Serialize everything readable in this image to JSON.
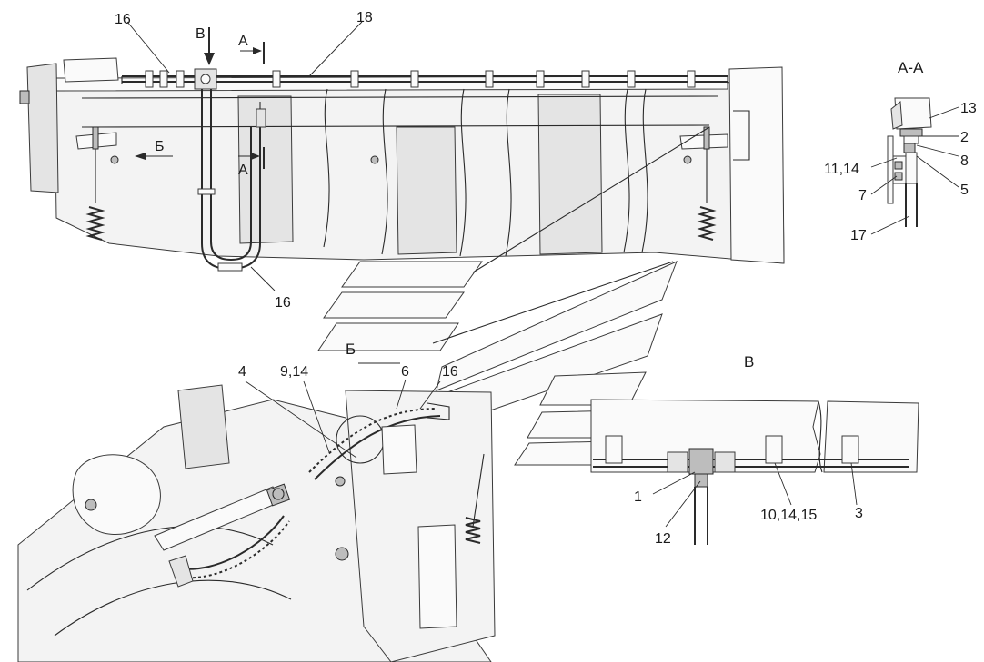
{
  "callouts": {
    "top_16_left": "16",
    "view_v_arrow": "В",
    "section_a_top": "А",
    "top_18": "18",
    "section_a_title": "А-А",
    "aa_13": "13",
    "aa_2": "2",
    "aa_8": "8",
    "aa_1114": "11,14",
    "aa_5": "5",
    "aa_7": "7",
    "aa_17": "17",
    "view_b_arrow": "Б",
    "section_a_bottom": "А",
    "bottom_16_loop": "16",
    "view_b_title": "Б",
    "view_v_title": "В",
    "low_4": "4",
    "low_914": "9,14",
    "low_6": "6",
    "low_16": "16",
    "v_1": "1",
    "v_12": "12",
    "v_101415": "10,14,15",
    "v_3": "3"
  }
}
